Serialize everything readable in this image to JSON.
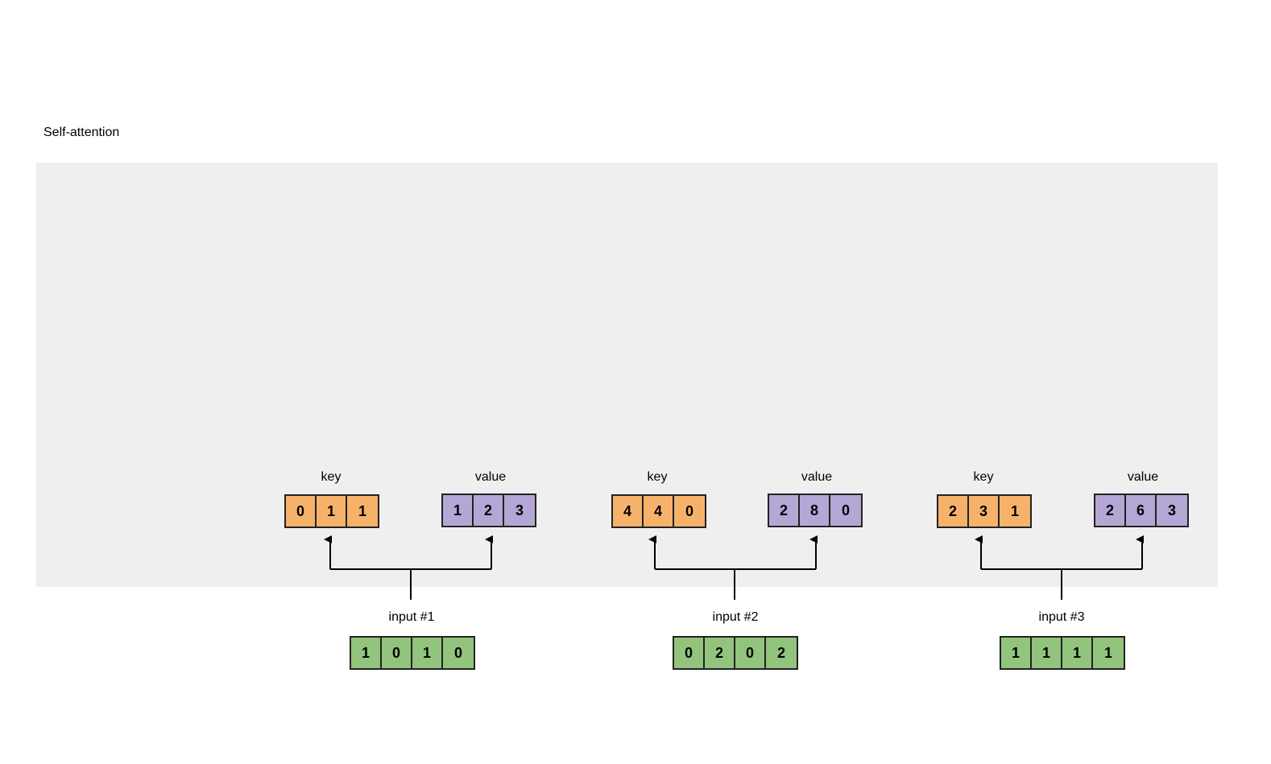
{
  "title": "Self-attention",
  "colors": {
    "key": "#f6b26b",
    "value": "#b4a7d6",
    "input": "#93c47d",
    "panel": "#efefef",
    "line": "#000000"
  },
  "groups": [
    {
      "input_label": "input #1",
      "input": [
        "1",
        "0",
        "1",
        "0"
      ],
      "key_label": "key",
      "key": [
        "0",
        "1",
        "1"
      ],
      "value_label": "value",
      "value": [
        "1",
        "2",
        "3"
      ]
    },
    {
      "input_label": "input #2",
      "input": [
        "0",
        "2",
        "0",
        "2"
      ],
      "key_label": "key",
      "key": [
        "4",
        "4",
        "0"
      ],
      "value_label": "value",
      "value": [
        "2",
        "8",
        "0"
      ]
    },
    {
      "input_label": "input #3",
      "input": [
        "1",
        "1",
        "1",
        "1"
      ],
      "key_label": "key",
      "key": [
        "2",
        "3",
        "1"
      ],
      "value_label": "value",
      "value": [
        "2",
        "6",
        "3"
      ]
    }
  ]
}
